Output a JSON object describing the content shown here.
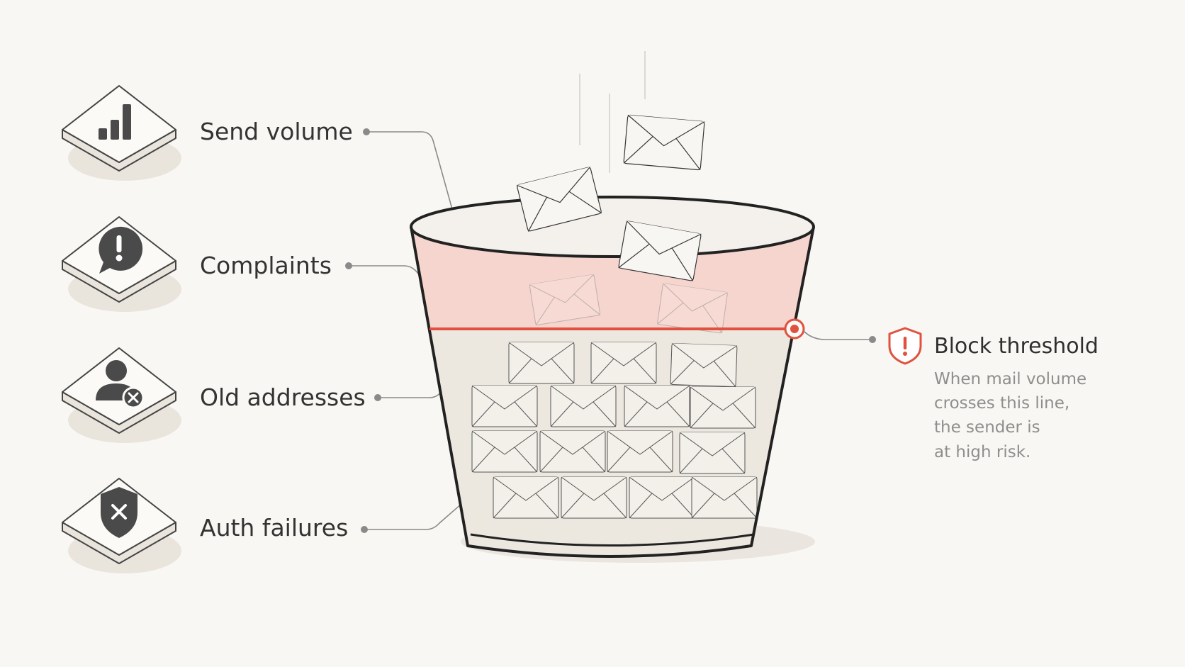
{
  "factors": [
    {
      "label": "Send volume",
      "icon": "bar-chart-icon"
    },
    {
      "label": "Complaints",
      "icon": "complaint-bubble-icon"
    },
    {
      "label": "Old addresses",
      "icon": "user-remove-icon"
    },
    {
      "label": "Auth failures",
      "icon": "shield-x-icon"
    }
  ],
  "threshold": {
    "title": "Block threshold",
    "icon": "warning-shield-icon",
    "description_lines": [
      "When mail volume",
      "crosses this line,",
      "the sender is",
      "at high risk."
    ]
  },
  "colors": {
    "background": "#f9f7f3",
    "ink": "#333333",
    "threshold_red": "#e0523f",
    "danger_zone": "#f7d5cf",
    "fill_zone": "#ece7df",
    "muted_text": "#8e8e8e"
  }
}
